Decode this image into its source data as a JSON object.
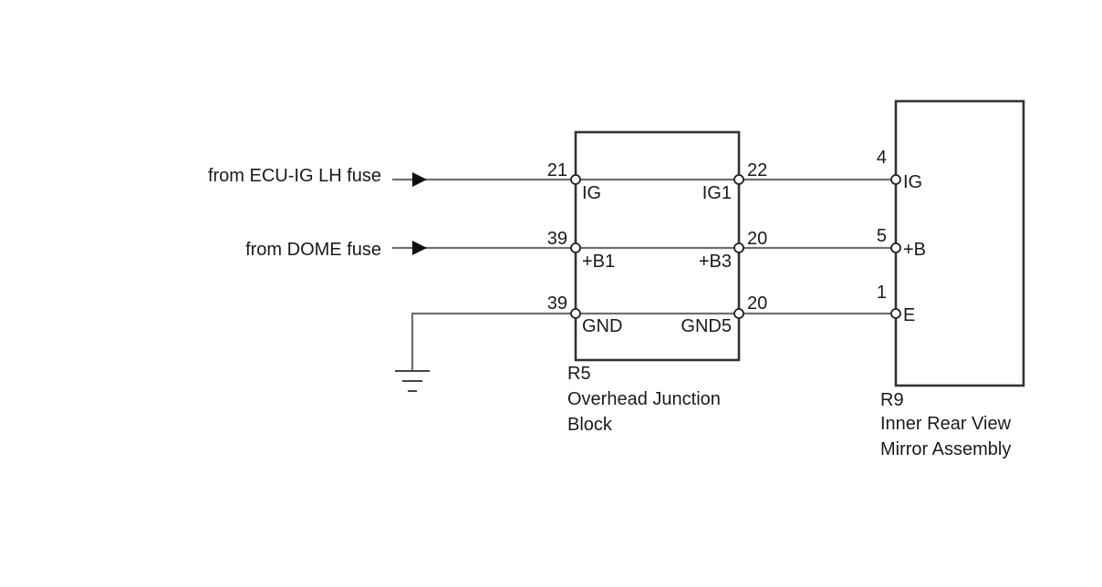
{
  "inputs": {
    "ecu_ig": "from ECU-IG LH fuse",
    "dome": "from DOME fuse"
  },
  "junction_block": {
    "code": "R5",
    "name_line1": "Overhead Junction",
    "name_line2": "Block",
    "left_pins": [
      {
        "num": "21",
        "signal": "IG"
      },
      {
        "num": "39",
        "signal": "+B1"
      },
      {
        "num": "39",
        "signal": "GND"
      }
    ],
    "right_pins": [
      {
        "num": "22",
        "signal": "IG1"
      },
      {
        "num": "20",
        "signal": "+B3"
      },
      {
        "num": "20",
        "signal": "GND5"
      }
    ]
  },
  "mirror": {
    "code": "R9",
    "name_line1": "Inner Rear View",
    "name_line2": "Mirror Assembly",
    "pins": [
      {
        "num": "4",
        "signal": "IG"
      },
      {
        "num": "5",
        "signal": "+B"
      },
      {
        "num": "1",
        "signal": "E"
      }
    ]
  }
}
